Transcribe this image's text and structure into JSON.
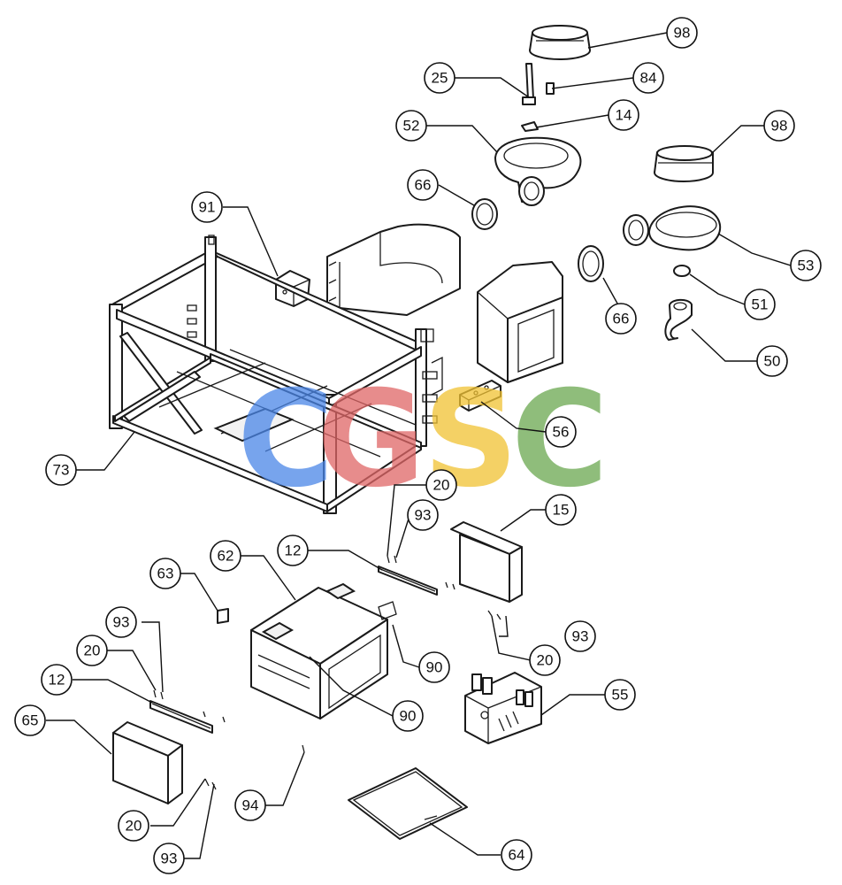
{
  "watermark": {
    "letters": [
      "C",
      "G",
      "S",
      "C"
    ],
    "colors": [
      "#4a86e8",
      "#e06666",
      "#f1c232",
      "#6aa84f"
    ]
  },
  "callouts": [
    {
      "id": "c98a",
      "label": "98"
    },
    {
      "id": "c25",
      "label": "25"
    },
    {
      "id": "c84",
      "label": "84"
    },
    {
      "id": "c14",
      "label": "14"
    },
    {
      "id": "c52",
      "label": "52"
    },
    {
      "id": "c98b",
      "label": "98"
    },
    {
      "id": "c66a",
      "label": "66"
    },
    {
      "id": "c91",
      "label": "91"
    },
    {
      "id": "c53",
      "label": "53"
    },
    {
      "id": "c51",
      "label": "51"
    },
    {
      "id": "c66b",
      "label": "66"
    },
    {
      "id": "c50",
      "label": "50"
    },
    {
      "id": "c56",
      "label": "56"
    },
    {
      "id": "c73",
      "label": "73"
    },
    {
      "id": "c20a",
      "label": "20"
    },
    {
      "id": "c93a",
      "label": "93"
    },
    {
      "id": "c15",
      "label": "15"
    },
    {
      "id": "c12a",
      "label": "12"
    },
    {
      "id": "c62",
      "label": "62"
    },
    {
      "id": "c63",
      "label": "63"
    },
    {
      "id": "c93b",
      "label": "93"
    },
    {
      "id": "c90a",
      "label": "90"
    },
    {
      "id": "c20b",
      "label": "20"
    },
    {
      "id": "c20c",
      "label": "20"
    },
    {
      "id": "c93c",
      "label": "93"
    },
    {
      "id": "c12b",
      "label": "12"
    },
    {
      "id": "c90b",
      "label": "90"
    },
    {
      "id": "c55",
      "label": "55"
    },
    {
      "id": "c65",
      "label": "65"
    },
    {
      "id": "c94",
      "label": "94"
    },
    {
      "id": "c20d",
      "label": "20"
    },
    {
      "id": "c64",
      "label": "64"
    },
    {
      "id": "c93d",
      "label": "93"
    }
  ]
}
